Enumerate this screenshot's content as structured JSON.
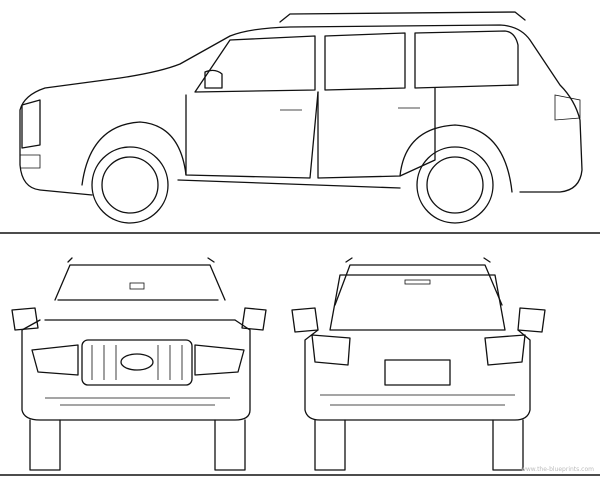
{
  "drawing": {
    "views": [
      "side",
      "front",
      "rear"
    ],
    "watermark": "www.the-blueprints.com",
    "line_color": "#111111",
    "background": "#ffffff"
  }
}
